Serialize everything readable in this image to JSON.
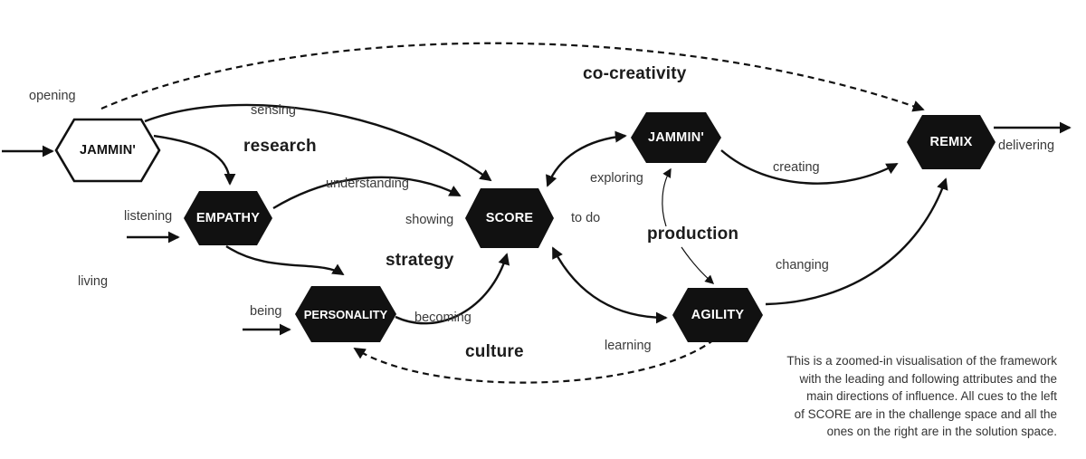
{
  "nodes": {
    "jammin1": "JAMMIN'",
    "empathy": "EMPATHY",
    "personality": "PERSONALITY",
    "score": "SCORE",
    "jammin2": "JAMMIN'",
    "agility": "AGILITY",
    "remix": "REMIX"
  },
  "cues": {
    "opening": "opening",
    "listening": "listening",
    "living": "living",
    "being": "being",
    "sensing": "sensing",
    "understanding": "understanding",
    "showing": "showing",
    "becoming": "becoming",
    "exploring": "exploring",
    "to_do": "to do",
    "learning": "learning",
    "creating": "creating",
    "changing": "changing",
    "delivering": "delivering"
  },
  "phases": {
    "research": "research",
    "strategy": "strategy",
    "culture": "culture",
    "co_creativity": "co-creativity",
    "production": "production"
  },
  "caption": {
    "lines": [
      "This is a zoomed-in visualisation of the framework",
      "with the leading and following attributes and the",
      "main directions of influence. All cues to the left",
      "of SCORE are in the challenge space and all the",
      "ones on the right are in the solution space."
    ]
  },
  "colors": {
    "node_fill": "#111111",
    "node_outline_fill": "#ffffff",
    "node_text": "#ffffff",
    "line": "#111111",
    "cue_text": "#3a3a3a",
    "phase_text": "#1c1c1c",
    "background": "#ffffff"
  }
}
